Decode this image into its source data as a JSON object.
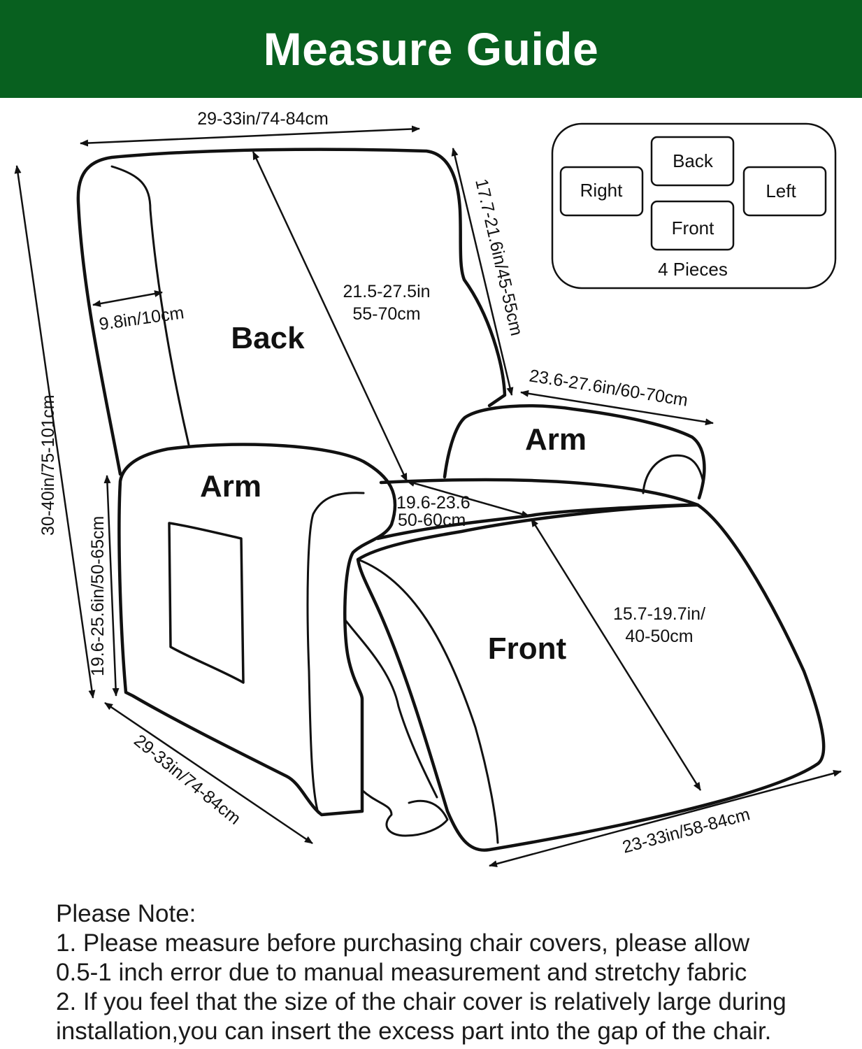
{
  "header": {
    "title": "Measure Guide"
  },
  "diagram": {
    "parts": {
      "back": "Back",
      "arm_left": "Arm",
      "arm_right": "Arm",
      "front": "Front"
    },
    "dimensions": {
      "top_width": "29-33in/74-84cm",
      "back_side": "17.7-21.6in/45-55cm",
      "back_diagonal_in": "21.5-27.5in",
      "back_diagonal_cm": "55-70cm",
      "wing_width": "9.8in/10cm",
      "total_height": "30-40in/75-101cm",
      "arm_height": "19.6-25.6in/50-65cm",
      "arm_length": "23.6-27.6in/60-70cm",
      "seat_width_in": "19.6-23.6",
      "seat_width_cm": "50-60cm",
      "front_length_in": "15.7-19.7in/",
      "front_length_cm": "40-50cm",
      "bottom_depth": "29-33in/74-84cm",
      "bottom_width": "23-33in/58-84cm"
    },
    "legend": {
      "pieces": [
        "Back",
        "Right",
        "Left",
        "Front"
      ],
      "caption": "4 Pieces"
    }
  },
  "notes": {
    "heading": "Please Note:",
    "lines": [
      "1. Please measure before purchasing chair covers, please allow",
      "0.5-1 inch error due to manual measurement and stretchy fabric",
      "2. If you feel that the size of the chair cover is relatively large during",
      "installation,you can insert the excess part into the gap of the chair."
    ]
  },
  "colors": {
    "header_bg": "#08601f",
    "header_text": "#ffffff",
    "line": "#111111"
  }
}
